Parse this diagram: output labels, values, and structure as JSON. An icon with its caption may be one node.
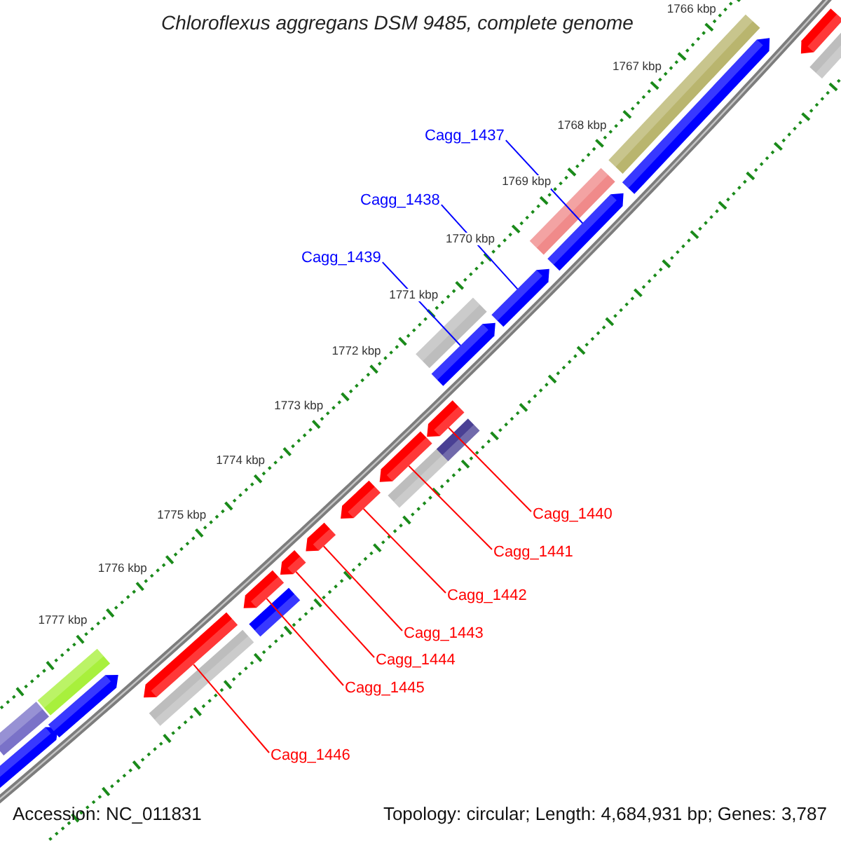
{
  "diagram": {
    "title": "Chloroflexus aggregans DSM 9485, complete genome",
    "nodes": [
      {
        "text": [
          "Cagg_1437"
        ]
      },
      {
        "text": [
          "Cagg_1438"
        ]
      },
      {
        "text": [
          "Cagg_1439"
        ]
      },
      {
        "text": [
          "Cagg_1440"
        ]
      },
      {
        "text": [
          "Cagg_1441"
        ]
      },
      {
        "text": [
          "Cagg_1442"
        ]
      },
      {
        "text": [
          "Cagg_1443"
        ]
      },
      {
        "text": [
          "Cagg_1444"
        ]
      },
      {
        "text": [
          "Cagg_1445"
        ]
      },
      {
        "text": [
          "Cagg_1446"
        ]
      },
      {
        "text": [],
        "shape": "arrow"
      },
      {
        "text": [],
        "shape": "bar"
      },
      {
        "text": [],
        "shape": "bar"
      },
      {
        "text": [],
        "shape": "arrow"
      },
      {
        "text": [],
        "shape": "arrow"
      },
      {
        "text": [],
        "shape": "bar"
      },
      {
        "text": [],
        "shape": "arrow"
      },
      {
        "text": [],
        "shape": "bar"
      },
      {
        "text": [],
        "shape": "arrow"
      },
      {
        "text": [],
        "shape": "arrow"
      },
      {
        "text": [],
        "shape": "arrow"
      },
      {
        "text": [],
        "shape": "arrow"
      },
      {
        "text": [],
        "shape": "bar"
      },
      {
        "text": [],
        "shape": "bar"
      },
      {
        "text": [],
        "shape": "arrow"
      },
      {
        "text": [],
        "shape": "arrow"
      },
      {
        "text": [],
        "shape": "bar"
      },
      {
        "text": [],
        "shape": "arrow"
      },
      {
        "text": [],
        "shape": "bar"
      },
      {
        "text": [],
        "shape": "arrow"
      },
      {
        "text": [],
        "shape": "bar"
      },
      {
        "text": [],
        "shape": "arrow"
      },
      {
        "text": [],
        "shape": "arrow"
      },
      {
        "text": [],
        "shape": "bar"
      }
    ],
    "edges": [
      {
        "from": 0,
        "to": 29,
        "arrow": "none",
        "color": "#0000ff"
      },
      {
        "from": 1,
        "to": 27,
        "arrow": "none",
        "color": "#0000ff"
      },
      {
        "from": 2,
        "to": 25,
        "arrow": "none",
        "color": "#0000ff"
      },
      {
        "from": 3,
        "to": 24,
        "arrow": "none"
      },
      {
        "from": 4,
        "to": 21,
        "arrow": "none"
      },
      {
        "from": 5,
        "to": 20,
        "arrow": "none"
      },
      {
        "from": 6,
        "to": 19,
        "arrow": "none"
      },
      {
        "from": 7,
        "to": 18,
        "arrow": "none"
      },
      {
        "from": 8,
        "to": 16,
        "arrow": "none"
      },
      {
        "from": 9,
        "to": 14,
        "arrow": "none"
      }
    ],
    "labels": [
      "1766 kbp",
      "1767 kbp",
      "1768 kbp",
      "1769 kbp",
      "1770 kbp",
      "1771 kbp",
      "1772 kbp",
      "1773 kbp",
      "1774 kbp",
      "1775 kbp",
      "1776 kbp",
      "1777 kbp",
      "Accession: NC_011831",
      "Topology: circular; Length: 4,684,931 bp; Genes: 3,787"
    ]
  }
}
